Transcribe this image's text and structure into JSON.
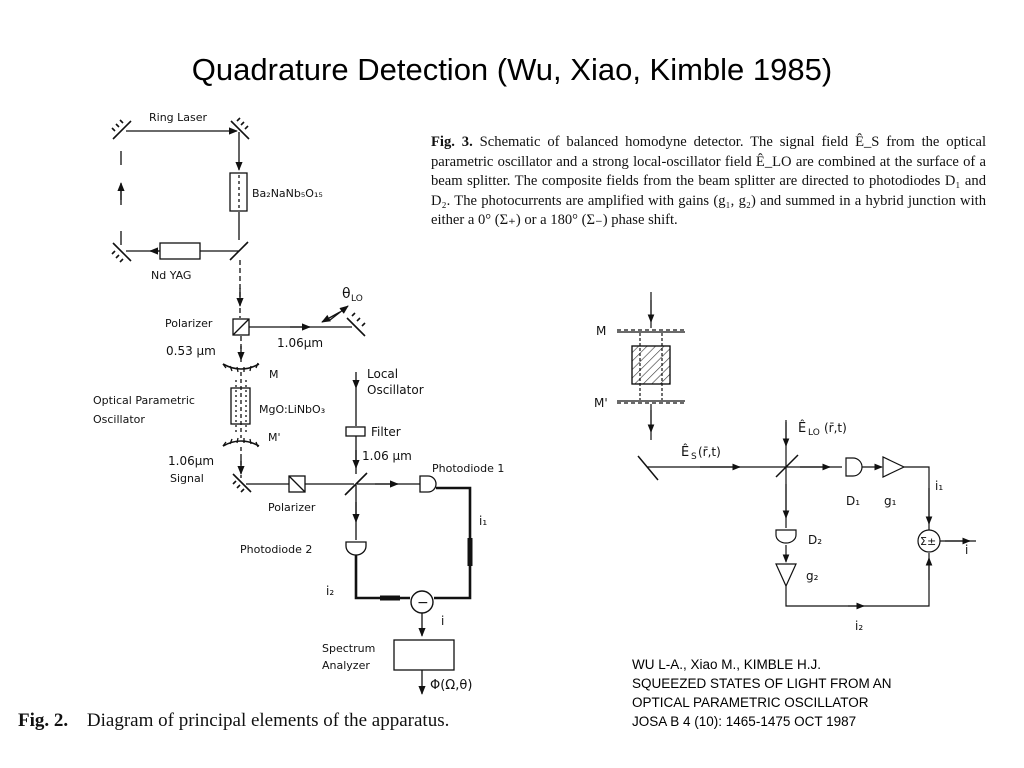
{
  "slide": {
    "title": "Quadrature Detection (Wu, Xiao, Kimble 1985)"
  },
  "fig2": {
    "caption_lead": "Fig. 2.",
    "caption_text": "Diagram of principal elements of the apparatus.",
    "labels": {
      "ring_laser": "Ring Laser",
      "crystal": "Ba₂NaNb₅O₁₅",
      "nd_yag": "Nd YAG",
      "theta_lo": "θ",
      "theta_lo_sub": "LO",
      "polarizer_top": "Polarizer",
      "wl_053": "0.53 μm",
      "wl_106_a": "1.06μm",
      "local_osc_1": "Local",
      "local_osc_2": "Oscillator",
      "opo_1": "Optical Parametric",
      "opo_2": "Oscillator",
      "mirror_m": "M",
      "mirror_m_prime": "M'",
      "opo_crystal": "MgO:LiNbO₃",
      "filter": "Filter",
      "wl_106_b": "1.06 μm",
      "signal_wl": "1.06μm",
      "signal": "Signal",
      "photodiode1": "Photodiode 1",
      "polarizer_bottom": "Polarizer",
      "i1": "i₁",
      "photodiode2": "Photodiode 2",
      "i2": "i₂",
      "minus": "−",
      "i_out": "i",
      "spectrum_1": "Spectrum",
      "spectrum_2": "Analyzer",
      "phi": "Φ(Ω,θ)"
    }
  },
  "fig3": {
    "caption_lead": "Fig. 3.",
    "caption_text": "Schematic of balanced homodyne detector. The signal field Ê_S from the optical parametric oscillator and a strong local-oscillator field Ê_LO are combined at the surface of a beam splitter. The composite fields from the beam splitter are directed to photodiodes D₁ and D₂. The photocurrents are amplified with gains (g₁, g₂) and summed in a hybrid junction with either a 0° (Σ₊) or a 180° (Σ₋) phase shift.",
    "labels": {
      "m": "M",
      "m_prime": "M'",
      "es": "Ê",
      "es_sub": "S",
      "es_arg": "(r̄,t)",
      "elo": "Ê",
      "elo_sub": "LO",
      "elo_arg": "(r̄,t)",
      "d1": "D₁",
      "g1": "g₁",
      "i1": "i₁",
      "d2": "D₂",
      "g2": "g₂",
      "sigma": "Σ±",
      "i_out": "i",
      "i2": "i₂"
    }
  },
  "reference": {
    "line1": "WU L-A., Xiao M., KIMBLE H.J.",
    "line2": "SQUEEZED STATES OF LIGHT FROM AN",
    "line3": "OPTICAL PARAMETRIC OSCILLATOR",
    "line4": "JOSA B 4 (10): 1465-1475 OCT 1987"
  }
}
